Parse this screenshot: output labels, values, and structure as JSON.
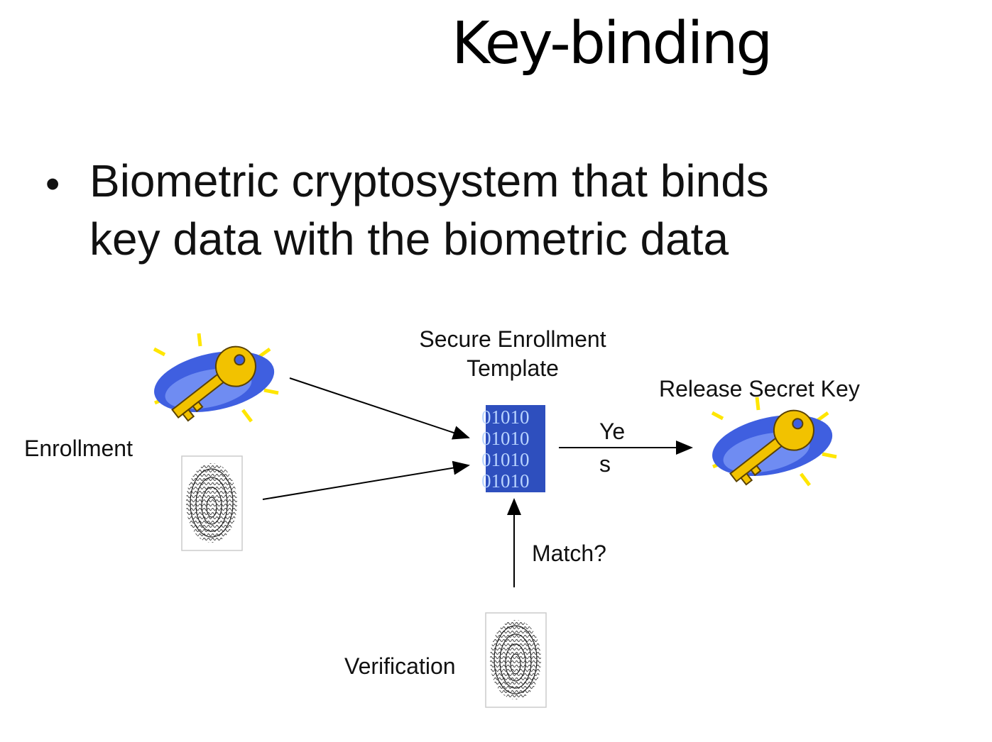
{
  "title": "Key-binding",
  "bullet": {
    "line1": "Biometric cryptosystem that binds",
    "line2": "key data with the biometric data"
  },
  "diagram": {
    "template_label_line1": "Secure Enrollment",
    "template_label_line2": "Template",
    "release_label": "Release Secret Key",
    "enrollment_label": "Enrollment",
    "yes_label_line1": "Ye",
    "yes_label_line2": "s",
    "match_label": "Match?",
    "verification_label": "Verification",
    "template_bits": [
      "01010",
      "01010",
      "01010",
      "01010"
    ]
  },
  "colors": {
    "key_gold": "#f2c200",
    "key_outline": "#5a4200",
    "splash_blue": "#3f5fe0",
    "splash_yellow": "#ffe600",
    "template_blue": "#1f3aa8",
    "arrow": "#000000"
  }
}
